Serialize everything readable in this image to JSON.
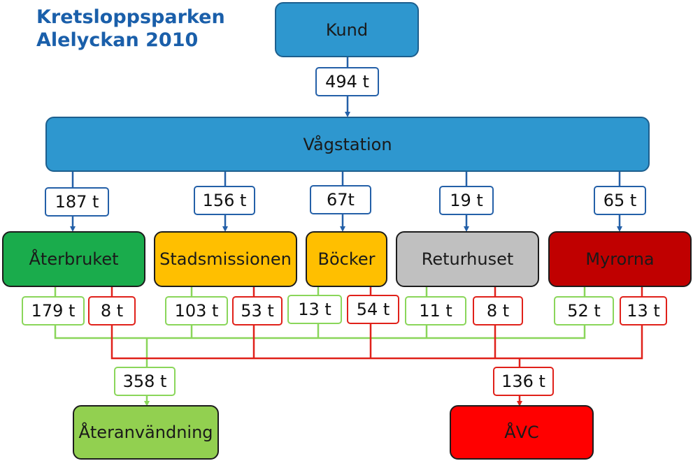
{
  "title": {
    "line1": "Kretsloppsparken",
    "line2": "Alelyckan 2010"
  },
  "colors": {
    "blue": "#2e97cf",
    "blue_line": "#2460a8",
    "green_line": "#8ad65a",
    "red_line": "#e0211a",
    "aterbruket": "#1aac4c",
    "stadsmissionen": "#ffbf00",
    "bocker": "#ffbf00",
    "returhuset": "#c0c0c0",
    "myrorna": "#c00000",
    "ateranvandning": "#92d050",
    "avc": "#ff0000"
  },
  "nodes": {
    "kund": "Kund",
    "vagstation": "Vågstation",
    "aterbruket": "Återbruket",
    "stadsmissionen": "Stadsmissionen",
    "bocker": "Böcker",
    "returhuset": "Returhuset",
    "myrorna": "Myrorna",
    "ateranvandning": "Återanvändning",
    "avc": "ÅVC"
  },
  "flows": {
    "kund_to_vagstation": "494 t",
    "to_aterbruket": "187 t",
    "to_stadsmissionen": "156 t",
    "to_bocker": "67t",
    "to_returhuset": "19 t",
    "to_myrorna": "65 t",
    "aterbruket_reuse": "179 t",
    "aterbruket_avc": "8 t",
    "stadsmissionen_reuse": "103 t",
    "stadsmissionen_avc": "53 t",
    "bocker_reuse": "13 t",
    "bocker_avc": "54 t",
    "returhuset_reuse": "11 t",
    "returhuset_avc": "8 t",
    "myrorna_reuse": "52 t",
    "myrorna_avc": "13 t",
    "total_reuse": "358 t",
    "total_avc": "136 t"
  }
}
